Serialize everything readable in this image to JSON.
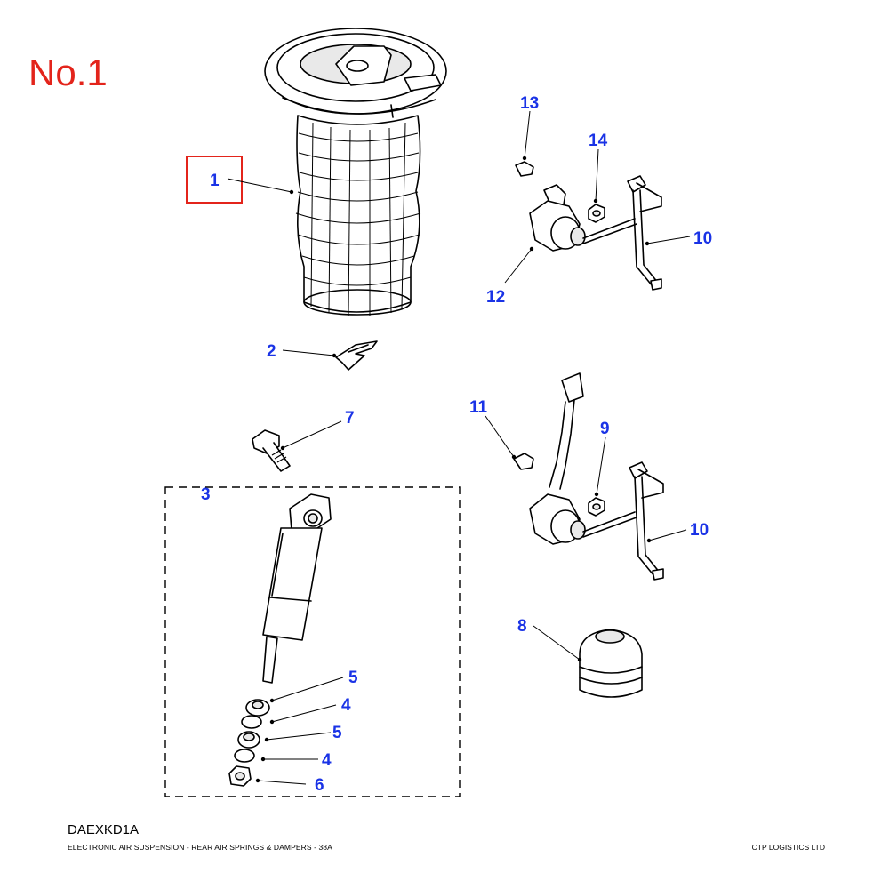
{
  "sheet_label": "No.1",
  "reference_code": "DAEXKD1A",
  "caption": "ELECTRONIC AIR SUSPENSION - REAR AIR SPRINGS & DAMPERS - 38A",
  "publisher": "CTP LOGISTICS LTD",
  "colors": {
    "callout": "#1a33e6",
    "sheet_label": "#e3241b",
    "highlight_box": "#e3241b",
    "line": "#000000"
  },
  "highlighted_callout": "1",
  "callouts": [
    {
      "id": "c1",
      "label": "1",
      "part": "air-spring"
    },
    {
      "id": "c2",
      "label": "2",
      "part": "retaining-clip"
    },
    {
      "id": "c3",
      "label": "3",
      "part": "damper-assembly"
    },
    {
      "id": "c4a",
      "label": "4",
      "part": "bush"
    },
    {
      "id": "c4b",
      "label": "4",
      "part": "bush"
    },
    {
      "id": "c5a",
      "label": "5",
      "part": "washer"
    },
    {
      "id": "c5b",
      "label": "5",
      "part": "washer"
    },
    {
      "id": "c6",
      "label": "6",
      "part": "nut"
    },
    {
      "id": "c7",
      "label": "7",
      "part": "bolt"
    },
    {
      "id": "c8",
      "label": "8",
      "part": "bump-stop"
    },
    {
      "id": "c9",
      "label": "9",
      "part": "nut"
    },
    {
      "id": "c10a",
      "label": "10",
      "part": "height-sensor-link"
    },
    {
      "id": "c10b",
      "label": "10",
      "part": "height-sensor-link"
    },
    {
      "id": "c11",
      "label": "11",
      "part": "screw"
    },
    {
      "id": "c12",
      "label": "12",
      "part": "height-sensor"
    },
    {
      "id": "c13",
      "label": "13",
      "part": "screw"
    },
    {
      "id": "c14",
      "label": "14",
      "part": "nut"
    }
  ]
}
